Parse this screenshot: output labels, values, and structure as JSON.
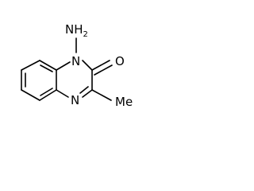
{
  "molecule": {
    "atom_labels": {
      "amino_n": "N",
      "amino_h": "H",
      "amino_sub": "2",
      "ring_n1": "N",
      "carbonyl_o": "O",
      "ring_n4": "N",
      "methyl": "Me"
    },
    "colors": {
      "bond": "#000000",
      "text": "#000000",
      "background": "#ffffff"
    }
  }
}
